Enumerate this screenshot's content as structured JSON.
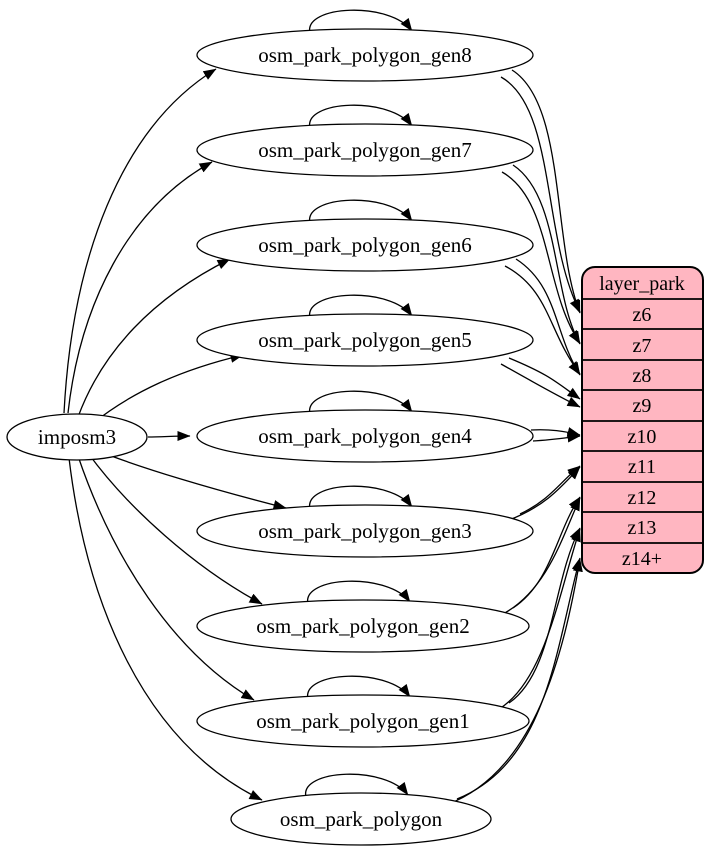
{
  "nodes": {
    "imposm3": "imposm3",
    "gen8": "osm_park_polygon_gen8",
    "gen7": "osm_park_polygon_gen7",
    "gen6": "osm_park_polygon_gen6",
    "gen5": "osm_park_polygon_gen5",
    "gen4": "osm_park_polygon_gen4",
    "gen3": "osm_park_polygon_gen3",
    "gen2": "osm_park_polygon_gen2",
    "gen1": "osm_park_polygon_gen1",
    "polygon": "osm_park_polygon"
  },
  "layer_table": {
    "title": "layer_park",
    "rows": [
      "z6",
      "z7",
      "z8",
      "z9",
      "z10",
      "z11",
      "z12",
      "z13",
      "z14+"
    ]
  },
  "colors": {
    "table_fill": "#ffb6c1",
    "node_fill": "#ffffff",
    "stroke": "#000000",
    "background": "#ffffff"
  },
  "edges": {
    "from_source": [
      {
        "from": "imposm3",
        "to": "osm_park_polygon_gen8"
      },
      {
        "from": "imposm3",
        "to": "osm_park_polygon_gen7"
      },
      {
        "from": "imposm3",
        "to": "osm_park_polygon_gen6"
      },
      {
        "from": "imposm3",
        "to": "osm_park_polygon_gen5"
      },
      {
        "from": "imposm3",
        "to": "osm_park_polygon_gen4"
      },
      {
        "from": "imposm3",
        "to": "osm_park_polygon_gen3"
      },
      {
        "from": "imposm3",
        "to": "osm_park_polygon_gen2"
      },
      {
        "from": "imposm3",
        "to": "osm_park_polygon_gen1"
      },
      {
        "from": "imposm3",
        "to": "osm_park_polygon"
      }
    ],
    "self_updates": [
      {
        "from": "osm_park_polygon_gen8",
        "to": "osm_park_polygon_gen8"
      },
      {
        "from": "osm_park_polygon_gen7",
        "to": "osm_park_polygon_gen7"
      },
      {
        "from": "osm_park_polygon_gen6",
        "to": "osm_park_polygon_gen6"
      },
      {
        "from": "osm_park_polygon_gen5",
        "to": "osm_park_polygon_gen5"
      },
      {
        "from": "osm_park_polygon_gen4",
        "to": "osm_park_polygon_gen4"
      },
      {
        "from": "osm_park_polygon_gen3",
        "to": "osm_park_polygon_gen3"
      },
      {
        "from": "osm_park_polygon_gen2",
        "to": "osm_park_polygon_gen2"
      },
      {
        "from": "osm_park_polygon_gen1",
        "to": "osm_park_polygon_gen1"
      },
      {
        "from": "osm_park_polygon",
        "to": "osm_park_polygon"
      }
    ],
    "to_layer": [
      {
        "from": "osm_park_polygon_gen8",
        "to": "layer_park:z6"
      },
      {
        "from": "osm_park_polygon_gen7",
        "to": "layer_park:z7"
      },
      {
        "from": "osm_park_polygon_gen6",
        "to": "layer_park:z8"
      },
      {
        "from": "osm_park_polygon_gen5",
        "to": "layer_park:z9"
      },
      {
        "from": "osm_park_polygon_gen4",
        "to": "layer_park:z10"
      },
      {
        "from": "osm_park_polygon_gen3",
        "to": "layer_park:z11"
      },
      {
        "from": "osm_park_polygon_gen2",
        "to": "layer_park:z12"
      },
      {
        "from": "osm_park_polygon_gen1",
        "to": "layer_park:z13"
      },
      {
        "from": "osm_park_polygon",
        "to": "layer_park:z14+"
      }
    ]
  }
}
